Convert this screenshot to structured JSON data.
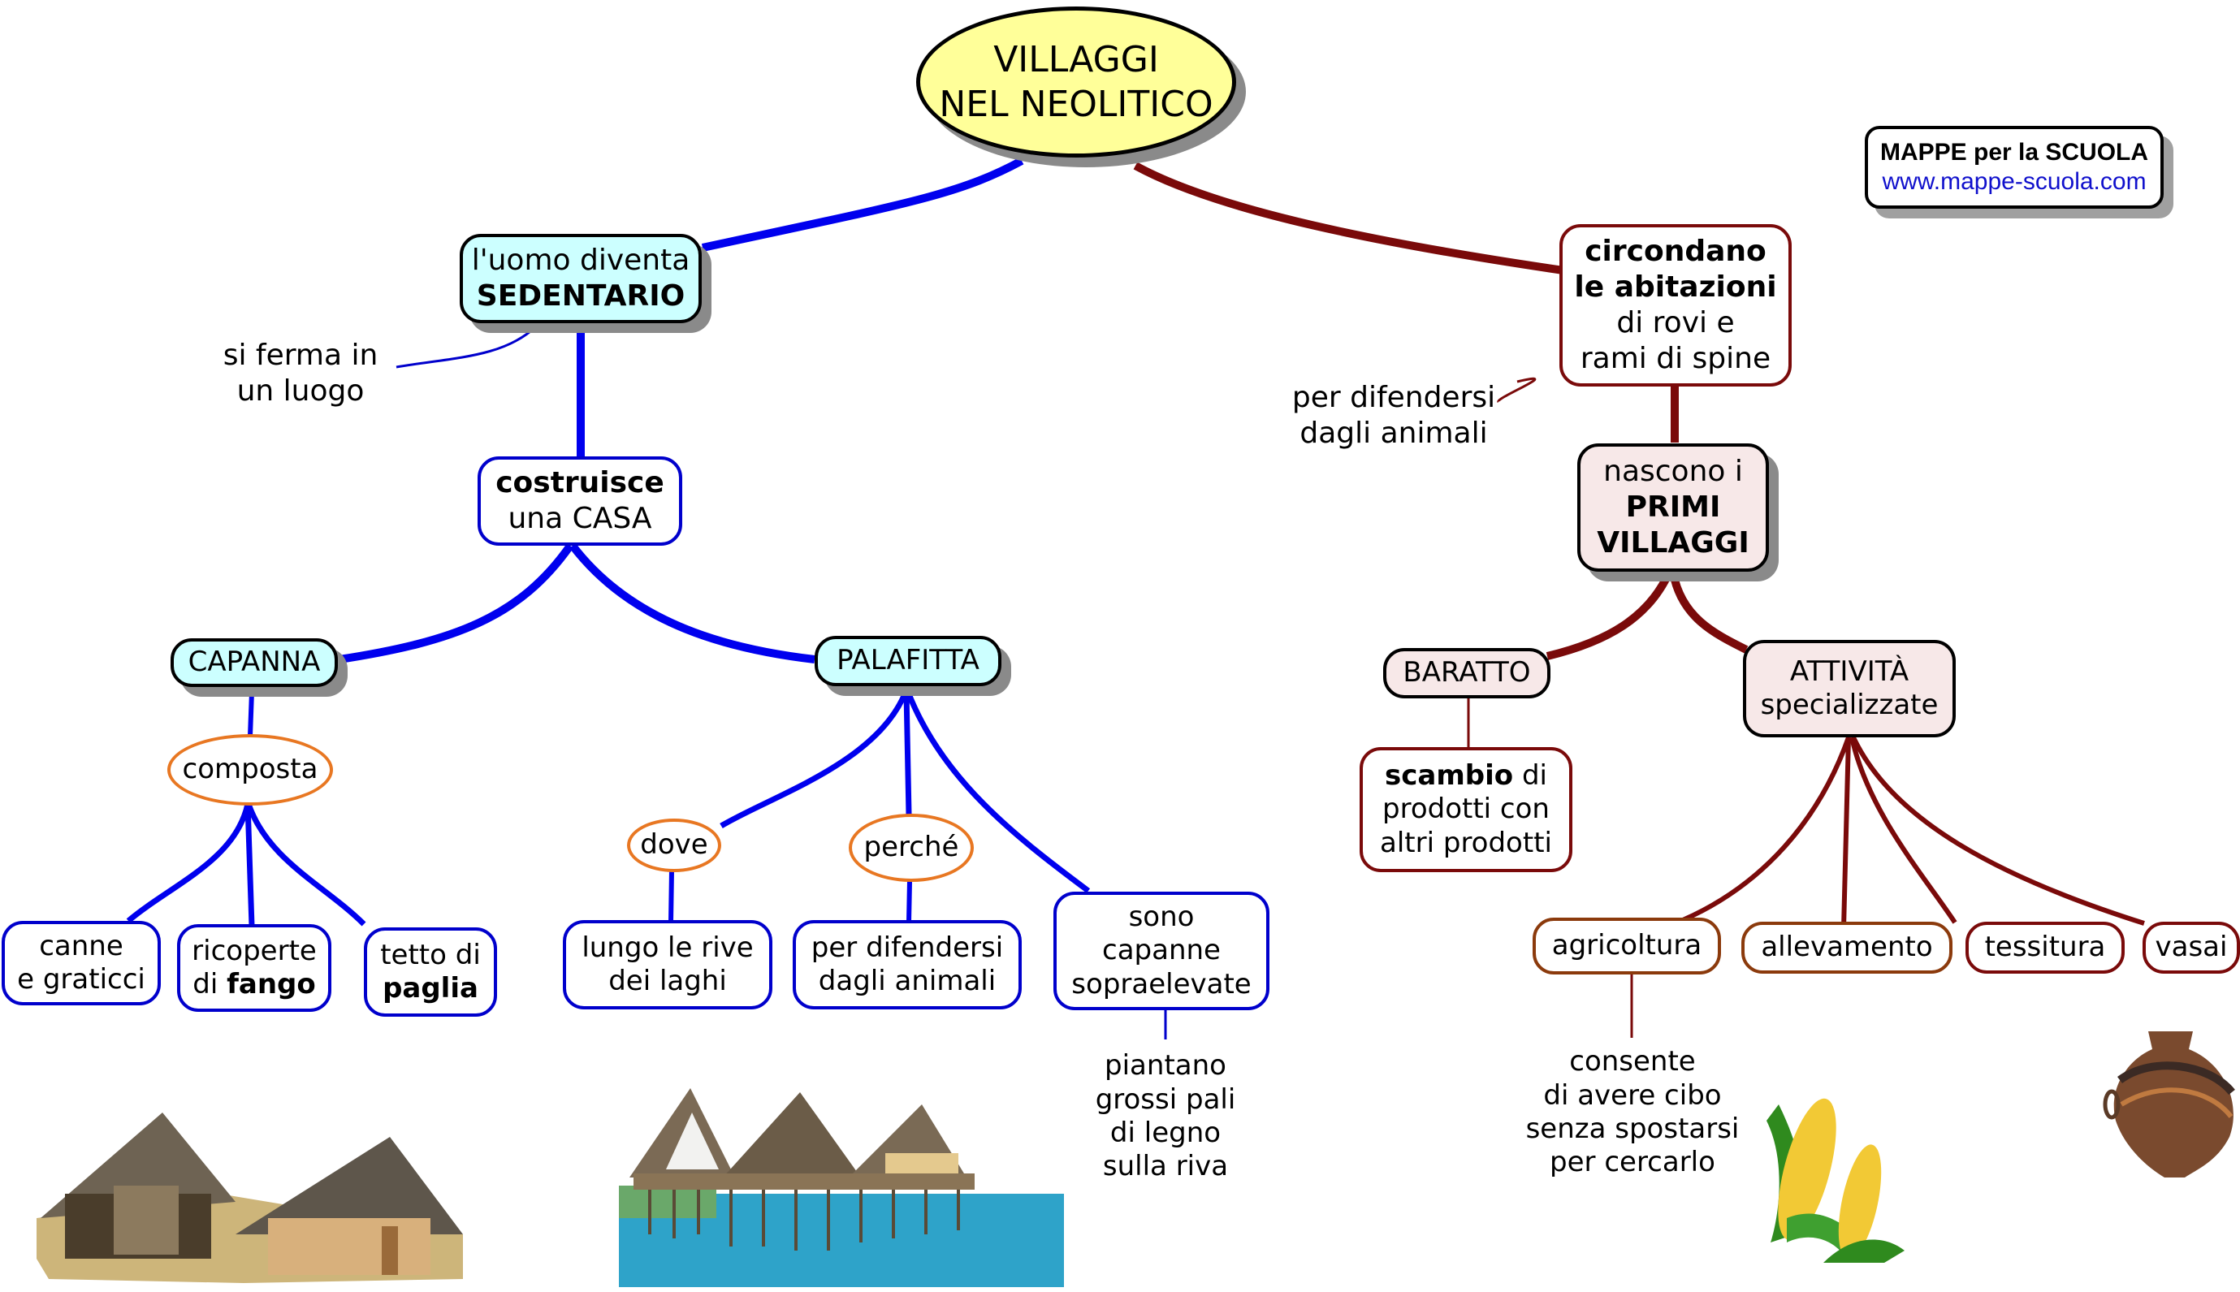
{
  "title": {
    "line1": "VILLAGGI",
    "line2": "NEL NEOLITICO"
  },
  "logo": {
    "line1": "MAPPE per la SCUOLA",
    "line2": "www.mappe-scuola.com"
  },
  "colors": {
    "left_branch": "#0000ee",
    "right_branch": "#7a0a0a",
    "title_fill": "#ffff99",
    "cyan_fill": "#ccffff",
    "pink_fill": "#f7e8e8",
    "question_outline": "#e87722"
  },
  "left": {
    "sedentario": {
      "normal": "l'uomo diventa",
      "bold": "SEDENTARIO"
    },
    "si_ferma": {
      "line1": "si ferma in",
      "line2": "un luogo"
    },
    "costruisce": {
      "bold": "costruisce",
      "normal": "una CASA"
    },
    "capanna": {
      "label": "CAPANNA"
    },
    "composta": {
      "label": "composta"
    },
    "canne": {
      "line1": "canne",
      "line2": "e graticci"
    },
    "ricoperte": {
      "line1": "ricoperte",
      "pre": "di ",
      "bold": "fango"
    },
    "tetto": {
      "line1": "tetto di",
      "bold": "paglia"
    },
    "palafitta": {
      "label": "PALAFITTA"
    },
    "dove": {
      "label": "dove"
    },
    "perche": {
      "label": "perché"
    },
    "lungo": {
      "line1": "lungo le rive",
      "line2": "dei laghi"
    },
    "difendersi": {
      "line1": "per difendersi",
      "line2": "dagli animali"
    },
    "sono": {
      "line1": "sono",
      "line2": "capanne",
      "line3": "sopraelevate"
    },
    "piantano": {
      "line1": "piantano",
      "line2": "grossi pali",
      "line3": "di legno",
      "line4": "sulla riva"
    }
  },
  "right": {
    "circondano": {
      "bold1": "circondano",
      "bold2": "le abitazioni",
      "line3": "di rovi e",
      "line4": "rami di spine"
    },
    "per_difendersi": {
      "line1": "per difendersi",
      "line2": "dagli animali"
    },
    "nascono": {
      "normal": "nascono i",
      "bold1": "PRIMI",
      "bold2": "VILLAGGI"
    },
    "baratto": {
      "label": "BARATTO"
    },
    "scambio": {
      "bold": "scambio",
      "post": " di",
      "line2": "prodotti con",
      "line3": "altri prodotti"
    },
    "attivita": {
      "line1": "ATTIVITÀ",
      "line2": "specializzate"
    },
    "activities": [
      "agricoltura",
      "allevamento",
      "tessitura",
      "vasai"
    ],
    "consente": {
      "line1": "consente",
      "line2": "di avere cibo",
      "line3": "senza spostarsi",
      "line4": "per cercarlo"
    }
  },
  "images": {
    "capanna": "huts-image",
    "palafitta": "stilt-houses-image",
    "corn": "corn-image",
    "vase": "vase-image"
  }
}
